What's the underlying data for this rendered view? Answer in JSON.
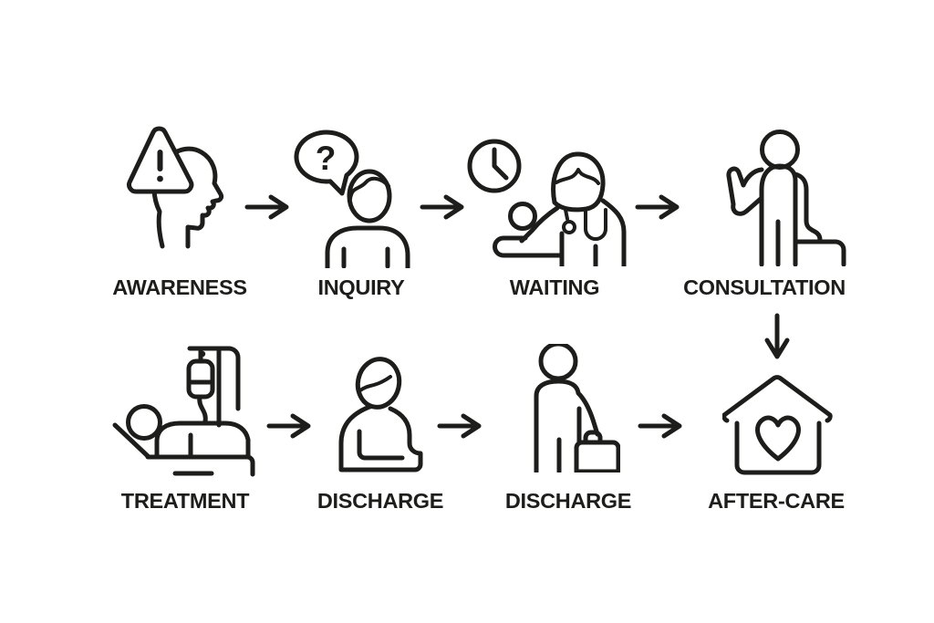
{
  "meta": {
    "title": "Patient journey flow diagram",
    "background_color": "#ffffff",
    "line_color": "#1d1d1b",
    "text_color": "#1d1d1b"
  },
  "flow": {
    "row1": [
      {
        "label": "AWARENESS",
        "icon": "head-with-warning-triangle-icon"
      },
      {
        "label": "INQUIRY",
        "icon": "person-with-question-bubble-icon"
      },
      {
        "label": "WAITING",
        "icon": "doctor-with-clock-icon"
      },
      {
        "label": "CONSULTATION",
        "icon": "waving-person-with-briefcase-icon"
      }
    ],
    "row2": [
      {
        "label": "TREATMENT",
        "icon": "patient-in-bed-iv-drip-icon"
      },
      {
        "label": "DISCHARGE",
        "icon": "seated-person-icon"
      },
      {
        "label": "DISCHARGE",
        "icon": "standing-person-with-briefcase-icon"
      },
      {
        "label": "AFTER-CARE",
        "icon": "house-with-heart-icon"
      }
    ],
    "connectors": {
      "row1": [
        "right-arrow",
        "right-arrow",
        "right-arrow"
      ],
      "row1_to_row2": "down-arrow",
      "row2": [
        "right-arrow",
        "right-arrow",
        "right-arrow"
      ]
    }
  },
  "glyphs": {
    "question_mark": "?"
  }
}
